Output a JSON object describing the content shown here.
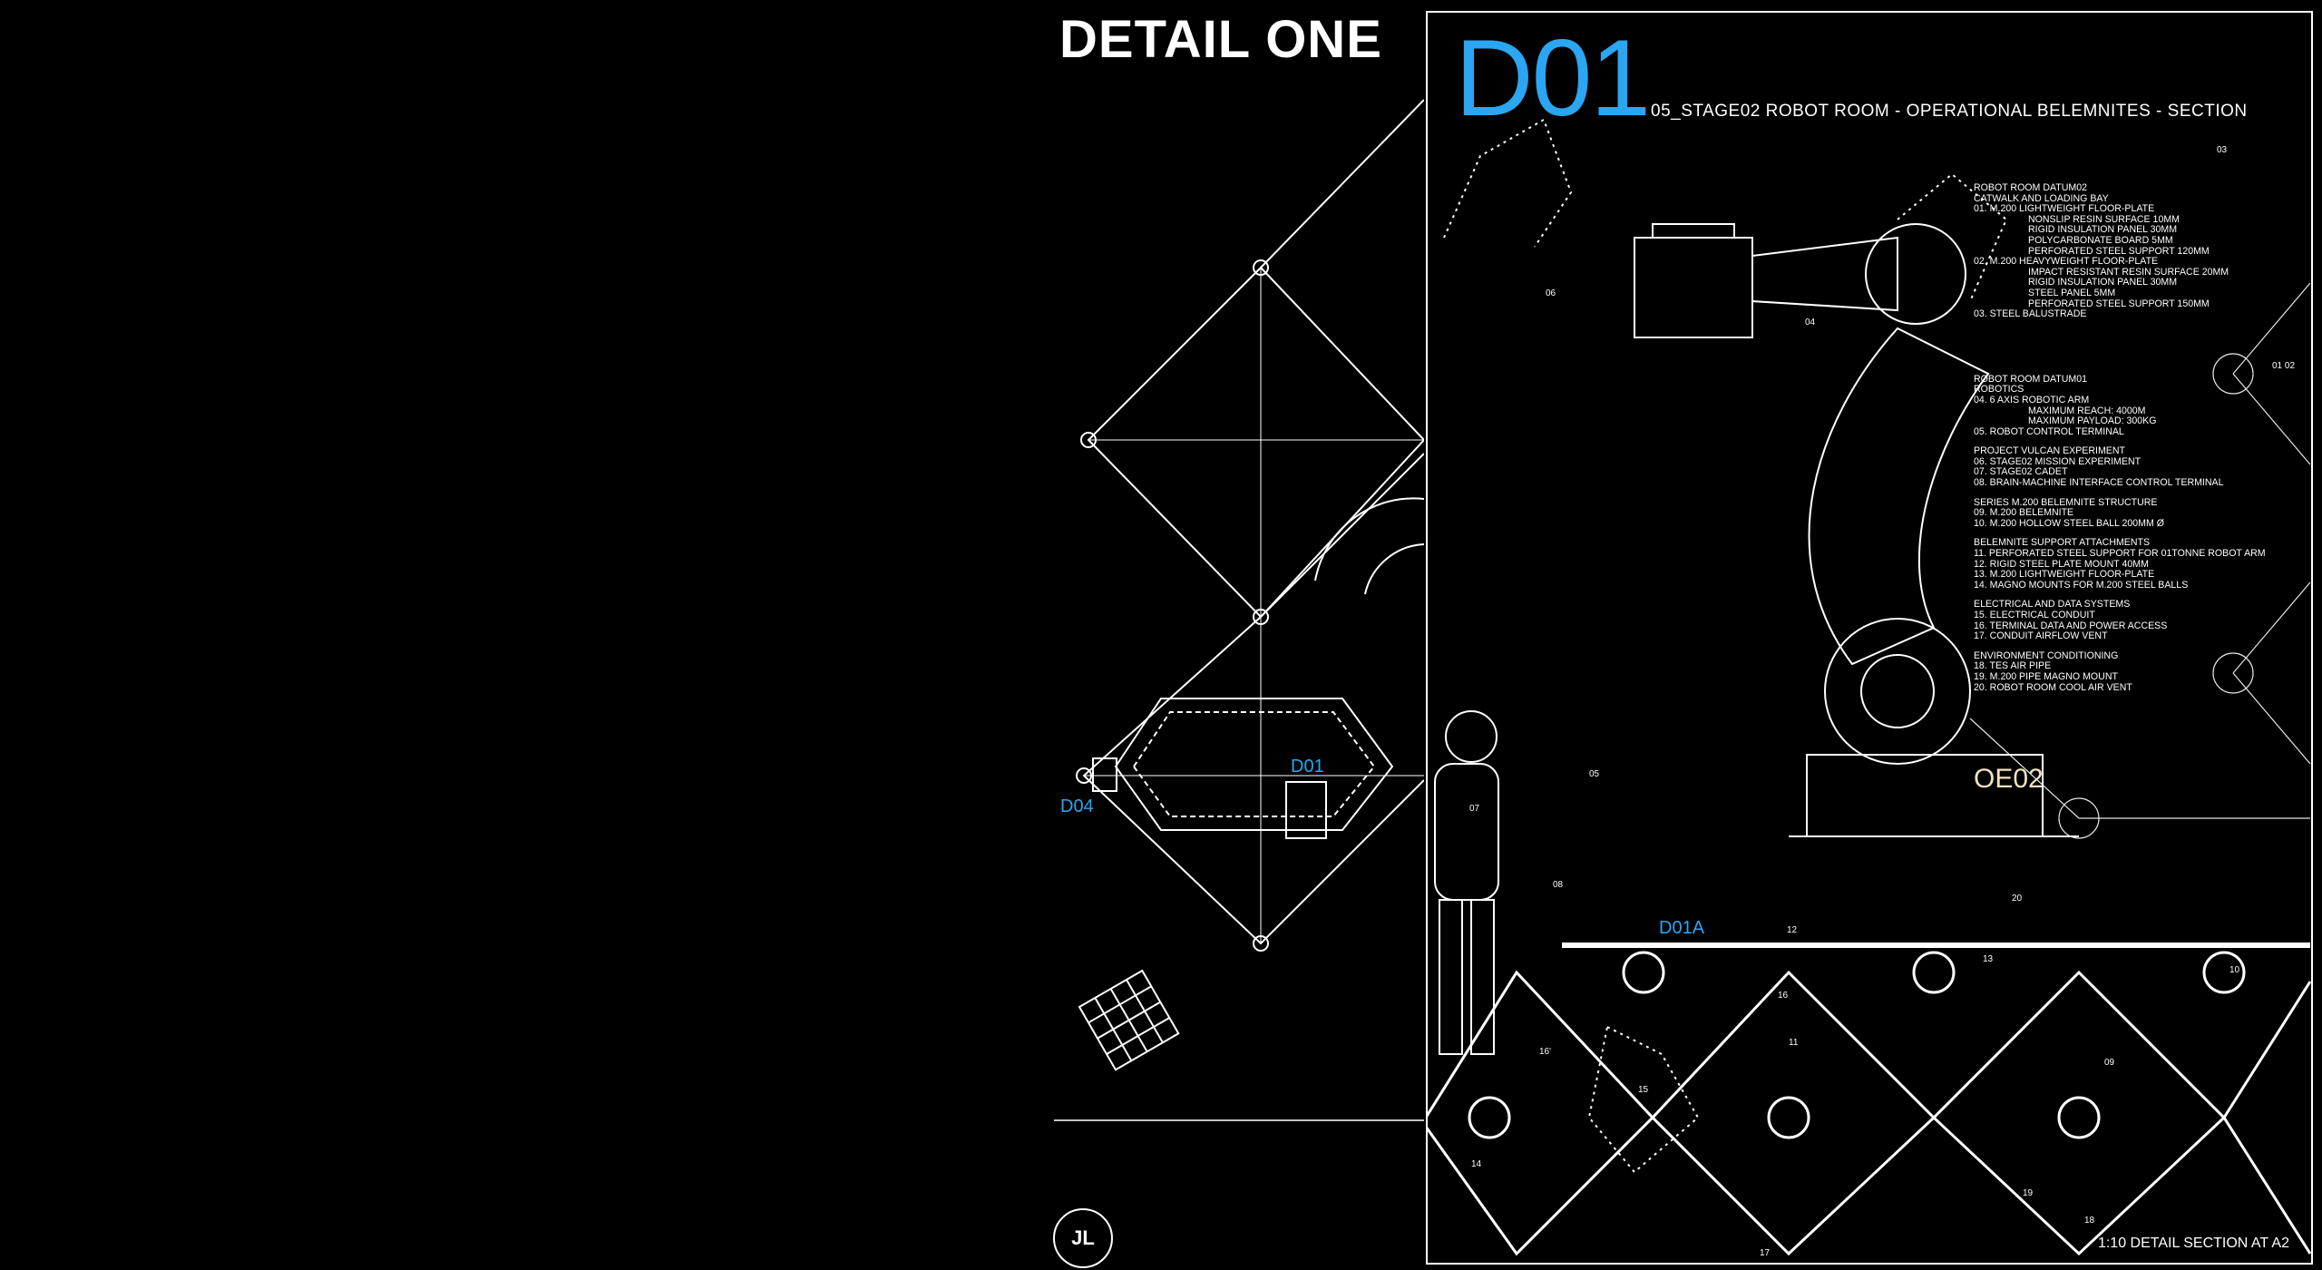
{
  "header": {
    "title": "DETAIL ONE",
    "detail_id": "D01",
    "subtitle": "05_STAGE02 ROBOT ROOM - OPERATIONAL BELEMNITES - SECTION"
  },
  "callouts": {
    "d01": "D01",
    "d04": "D04",
    "d01a": "D01A",
    "oe02": "OE02"
  },
  "notes": [
    {
      "text": "ROBOT ROOM DATUM02",
      "indent": false
    },
    {
      "text": "CATWALK AND LOADING BAY",
      "indent": false
    },
    {
      "text": "01. M.200 LIGHTWEIGHT FLOOR-PLATE",
      "indent": false
    },
    {
      "text": "NONSLIP RESIN SURFACE 10MM",
      "indent": true
    },
    {
      "text": "RIGID INSULATION PANEL 30MM",
      "indent": true
    },
    {
      "text": "POLYCARBONATE BOARD 5MM",
      "indent": true
    },
    {
      "text": "PERFORATED STEEL SUPPORT 120MM",
      "indent": true
    },
    {
      "text": "02. M.200 HEAVYWEIGHT FLOOR-PLATE",
      "indent": false
    },
    {
      "text": "IMPACT RESISTANT RESIN SURFACE 20MM",
      "indent": true
    },
    {
      "text": "RIGID INSULATION PANEL 30MM",
      "indent": true
    },
    {
      "text": "STEEL PANEL 5MM",
      "indent": true
    },
    {
      "text": "PERFORATED STEEL SUPPORT 150MM",
      "indent": true
    },
    {
      "text": "03. STEEL BALUSTRADE",
      "indent": false
    },
    {
      "text": "",
      "gap": true
    },
    {
      "text": "",
      "gap": true
    },
    {
      "text": "",
      "gap": true
    },
    {
      "text": "",
      "gap": true
    },
    {
      "text": "",
      "gap": true
    },
    {
      "text": "",
      "gap": true
    },
    {
      "text": "ROBOT ROOM DATUM01",
      "indent": false
    },
    {
      "text": "ROBOTICS",
      "indent": false
    },
    {
      "text": "04. 6 AXIS ROBOTIC ARM",
      "indent": false
    },
    {
      "text": "MAXIMUM REACH: 4000M",
      "indent": true
    },
    {
      "text": "MAXIMUM PAYLOAD: 300KG",
      "indent": true
    },
    {
      "text": "05. ROBOT CONTROL TERMINAL",
      "indent": false
    },
    {
      "text": "",
      "gap": true
    },
    {
      "text": "PROJECT VULCAN EXPERIMENT",
      "indent": false
    },
    {
      "text": "06. STAGE02 MISSION EXPERIMENT",
      "indent": false
    },
    {
      "text": "07. STAGE02 CADET",
      "indent": false
    },
    {
      "text": "08. BRAIN-MACHINE INTERFACE CONTROL TERMINAL",
      "indent": false
    },
    {
      "text": "",
      "gap": true
    },
    {
      "text": "SERIES M.200 BELEMNITE STRUCTURE",
      "indent": false
    },
    {
      "text": "09. M.200 BELEMNITE",
      "indent": false
    },
    {
      "text": "10. M.200 HOLLOW STEEL BALL 200MM Ø",
      "indent": false
    },
    {
      "text": "",
      "gap": true
    },
    {
      "text": "BELEMNITE SUPPORT ATTACHMENTS",
      "indent": false
    },
    {
      "text": "11. PERFORATED STEEL SUPPORT FOR 01TONNE ROBOT ARM",
      "indent": false
    },
    {
      "text": "12. RIGID STEEL PLATE MOUNT 40MM",
      "indent": false
    },
    {
      "text": "13. M.200 LIGHTWEIGHT FLOOR-PLATE",
      "indent": false
    },
    {
      "text": "14. MAGNO MOUNTS FOR M.200 STEEL BALLS",
      "indent": false
    },
    {
      "text": "",
      "gap": true
    },
    {
      "text": "ELECTRICAL AND DATA SYSTEMS",
      "indent": false
    },
    {
      "text": "15. ELECTRICAL CONDUIT",
      "indent": false
    },
    {
      "text": "16. TERMINAL DATA AND POWER ACCESS",
      "indent": false
    },
    {
      "text": "17. CONDUIT AIRFLOW VENT",
      "indent": false
    },
    {
      "text": "",
      "gap": true
    },
    {
      "text": "ENVIRONMENT CONDITIONING",
      "indent": false
    },
    {
      "text": "18. TES AIR PIPE",
      "indent": false
    },
    {
      "text": "19. M.200 PIPE MAGNO MOUNT",
      "indent": false
    },
    {
      "text": "20. ROBOT ROOM COOL AIR VENT",
      "indent": false
    }
  ],
  "scale_label": "1:10 DETAIL SECTION AT A2",
  "badge": "JL",
  "markers": [
    "01 02",
    "03",
    "04",
    "05",
    "06",
    "07",
    "08",
    "09",
    "10",
    "11",
    "12",
    "13",
    "14",
    "15",
    "16",
    "16'",
    "17",
    "18",
    "19",
    "20"
  ],
  "colors": {
    "accent_blue": "#2aa6f2",
    "cream": "#f1e3bd",
    "line": "#ffffff",
    "background": "#000000"
  }
}
